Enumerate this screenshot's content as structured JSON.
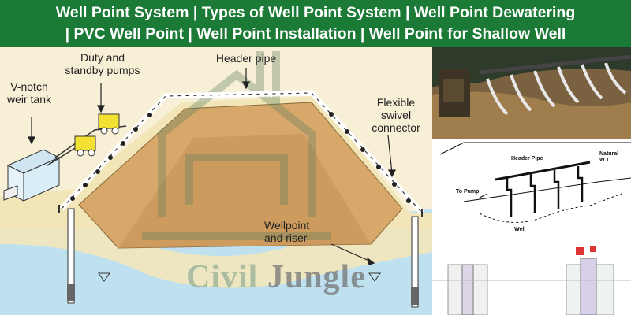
{
  "banner": {
    "line1": "Well Point System | Types of Well Point System | Well Point Dewatering",
    "line2": "| PVC Well Point | Well Point Installation | Well Point for Shallow Well"
  },
  "diagram": {
    "label_vnotch": "V-notch\nweir tank",
    "label_pumps": "Duty and\nstandby pumps",
    "label_header": "Header pipe",
    "label_swivel": "Flexible\nswivel\nconnector",
    "label_wellpoint": "Wellpoint\nand riser"
  },
  "watermark": {
    "part1": "Civil",
    "part2": "Jungle"
  },
  "sketch": {
    "header_pipe": "Header Pipe",
    "natural_wt": "Natural\nW.T.",
    "to_pump": "To Pump",
    "well": "Well"
  },
  "colors": {
    "banner": "#1b7a35",
    "background": "#f7efd6",
    "excavation": "#d8a86a",
    "water": "#bfe0ef"
  }
}
